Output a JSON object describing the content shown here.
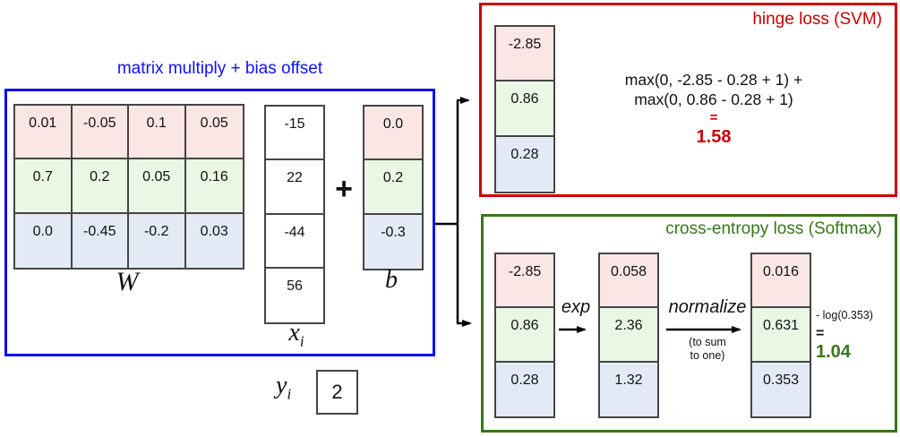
{
  "colors": {
    "row_pink": "#f9e6e5",
    "row_green": "#e9f7e5",
    "row_blue": "#e3eaf6",
    "blue_border": "#0b0bee",
    "blue_title": "#1111ff",
    "red": "#cc0000",
    "green": "#38761d"
  },
  "left_panel": {
    "title": "matrix multiply + bias offset",
    "w_matrix": {
      "label": "W",
      "rows": [
        [
          "0.01",
          "-0.05",
          "0.1",
          "0.05"
        ],
        [
          "0.7",
          "0.2",
          "0.05",
          "0.16"
        ],
        [
          "0.0",
          "-0.45",
          "-0.2",
          "0.03"
        ]
      ]
    },
    "x_vector": {
      "label_base": "x",
      "label_sub": "i",
      "values": [
        "-15",
        "22",
        "-44",
        "56"
      ]
    },
    "plus_sign": "+",
    "b_vector": {
      "label": "b",
      "values": [
        "0.0",
        "0.2",
        "-0.3"
      ]
    },
    "y_label_base": "y",
    "y_label_sub": "i",
    "y_value": "2"
  },
  "hinge_panel": {
    "title": "hinge loss (SVM)",
    "scores": [
      "-2.85",
      "0.86",
      "0.28"
    ],
    "formula_line1": "max(0, -2.85 - 0.28 + 1) +",
    "formula_line2": "max(0, 0.86 - 0.28 + 1)",
    "equals": "=",
    "result": "1.58"
  },
  "softmax_panel": {
    "title": "cross-entropy loss (Softmax)",
    "scores": [
      "-2.85",
      "0.86",
      "0.28"
    ],
    "exp_label": "exp",
    "exp_values": [
      "0.058",
      "2.36",
      "1.32"
    ],
    "normalize_label": "normalize",
    "normalize_note_line1": "(to sum",
    "normalize_note_line2": "to one)",
    "prob_values": [
      "0.016",
      "0.631",
      "0.353"
    ],
    "loss_expression": "- log(0.353)",
    "equals": "=",
    "result": "1.04"
  }
}
